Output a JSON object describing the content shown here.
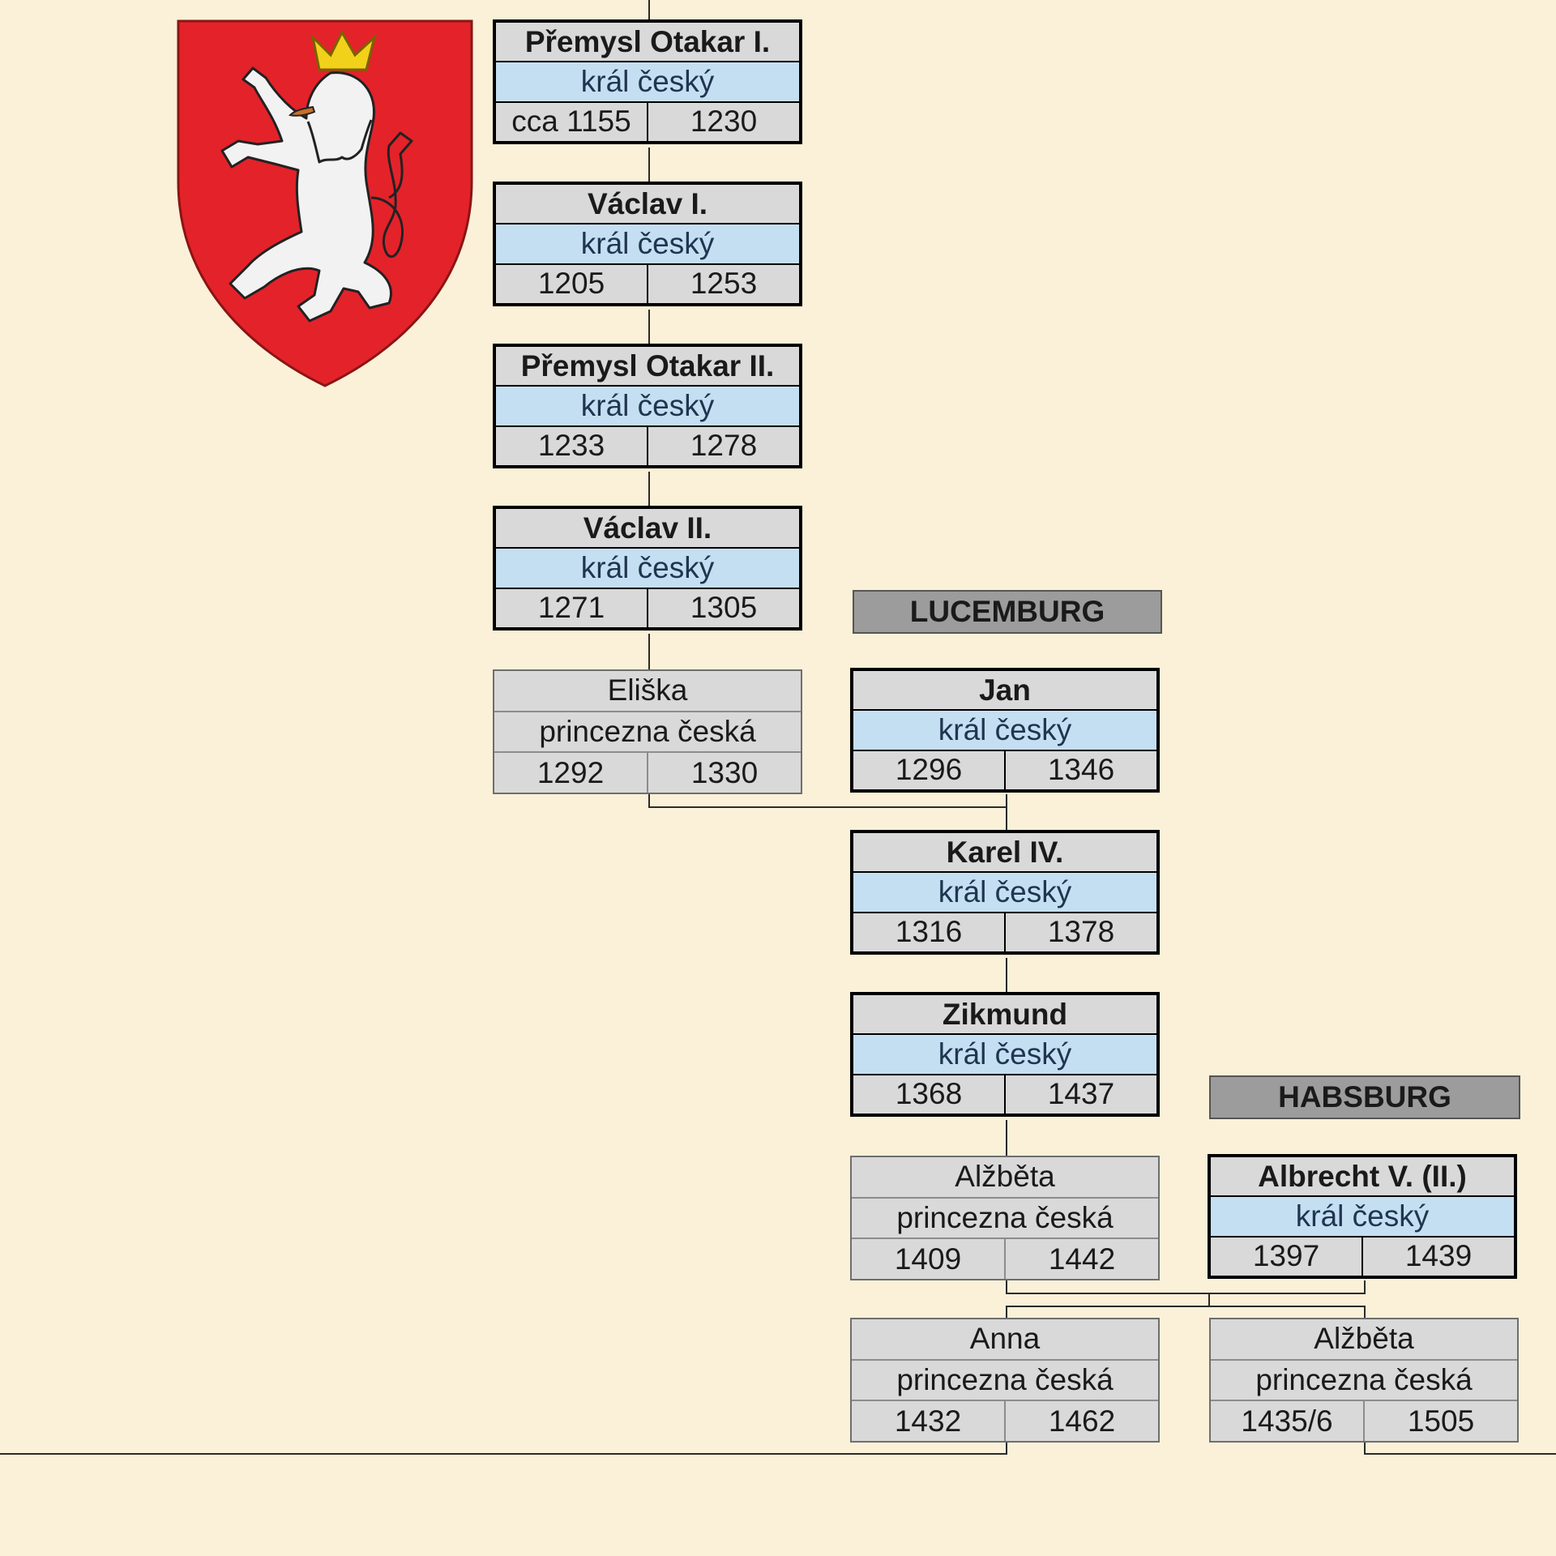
{
  "dynasties": {
    "lucemburg": "LUCEMBURG",
    "habsburg": "HABSBURG"
  },
  "persons": {
    "premysl_otakar_1": {
      "name": "Přemysl Otakar I.",
      "title": "král český",
      "birth": "cca 1155",
      "death": "1230"
    },
    "vaclav_1": {
      "name": "Václav I.",
      "title": "král český",
      "birth": "1205",
      "death": "1253"
    },
    "premysl_otakar_2": {
      "name": "Přemysl Otakar II.",
      "title": "král český",
      "birth": "1233",
      "death": "1278"
    },
    "vaclav_2": {
      "name": "Václav II.",
      "title": "král český",
      "birth": "1271",
      "death": "1305"
    },
    "eliska": {
      "name": "Eliška",
      "title": "princezna česká",
      "birth": "1292",
      "death": "1330"
    },
    "jan": {
      "name": "Jan",
      "title": "král český",
      "birth": "1296",
      "death": "1346"
    },
    "karel_4": {
      "name": "Karel IV.",
      "title": "král český",
      "birth": "1316",
      "death": "1378"
    },
    "zikmund": {
      "name": "Zikmund",
      "title": "král český",
      "birth": "1368",
      "death": "1437"
    },
    "alzbeta_1": {
      "name": "Alžběta",
      "title": "princezna česká",
      "birth": "1409",
      "death": "1442"
    },
    "albrecht_5": {
      "name": "Albrecht V. (II.)",
      "title": "král český",
      "birth": "1397",
      "death": "1439"
    },
    "anna": {
      "name": "Anna",
      "title": "princezna česká",
      "birth": "1432",
      "death": "1462"
    },
    "alzbeta_2": {
      "name": "Alžběta",
      "title": "princezna česká",
      "birth": "1435/6",
      "death": "1505"
    }
  },
  "colors": {
    "background": "#faf1d8",
    "cell_gray": "#d9d9d9",
    "title_blue": "#c5dff2",
    "dynasty_gray": "#9c9c9c",
    "coat_red": "#e4222a",
    "crown_gold": "#f2d11b"
  }
}
